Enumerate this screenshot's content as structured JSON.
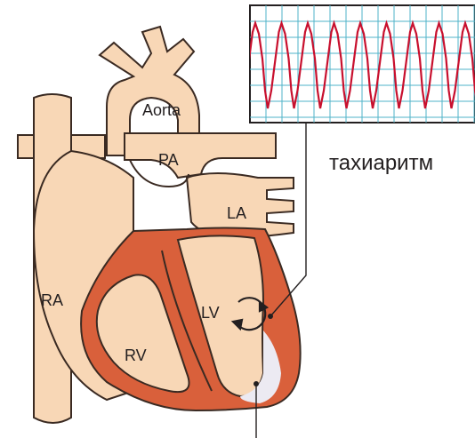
{
  "labels": {
    "aorta": "Aorta",
    "pa": "PA",
    "la": "LA",
    "ra": "RA",
    "rv": "RV",
    "lv": "LV"
  },
  "caption": "тахиаритм",
  "colors": {
    "tissue": "#f8d7b6",
    "tissue_outline": "#3a2a22",
    "muscle": "#d9603b",
    "ecg_trace": "#c8102e",
    "ecg_grid": "#4fb3c8",
    "scar": "#eceaf2",
    "text": "#231f20"
  },
  "icons": [
    "reentry-circuit-icon"
  ]
}
